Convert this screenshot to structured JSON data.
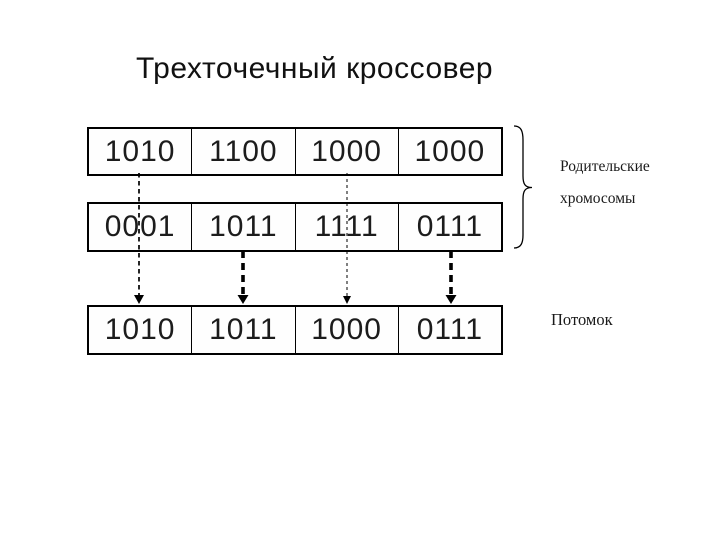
{
  "title": "Трехточечный кроссовер",
  "rows": {
    "parent1": {
      "name": "parent-chromosome-1",
      "cells": [
        "1010",
        "1100",
        "1000",
        "1000"
      ]
    },
    "parent2": {
      "name": "parent-chromosome-2",
      "cells": [
        "0001",
        "1011",
        "1111",
        "0111"
      ]
    },
    "offspring": {
      "name": "offspring-chromosome",
      "cells": [
        "1010",
        "1011",
        "1000",
        "0111"
      ]
    }
  },
  "labels": {
    "parents_line1": "Родительские",
    "parents_line2": "хромосомы",
    "offspring": "Потомок"
  },
  "colors": {
    "ink": "#000000",
    "text": "#1c1c1c",
    "background": "#ffffff"
  }
}
